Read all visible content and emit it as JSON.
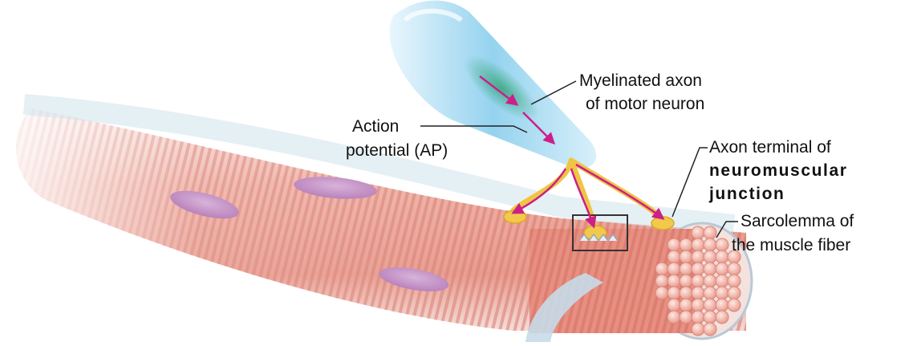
{
  "labels": {
    "axon_line1": "Myelinated axon",
    "axon_line2": "of motor neuron",
    "ap_line1": "Action",
    "ap_line2": "potential (AP)",
    "terminal_line1": "Axon terminal of",
    "terminal_line2": "neuromuscular",
    "terminal_line3": "junction",
    "sarco_line1": "Sarcolemma of",
    "sarco_line2": "the muscle fiber"
  },
  "colors": {
    "muscle": "#e99a8c",
    "striation": "#d9776a",
    "nucleus": "#c79ac7",
    "axon": "#a8d8ef",
    "axon_core": "#4fb58a",
    "terminal": "#f0c84a",
    "arrow": "#cc1f8a",
    "leader": "#222222"
  }
}
